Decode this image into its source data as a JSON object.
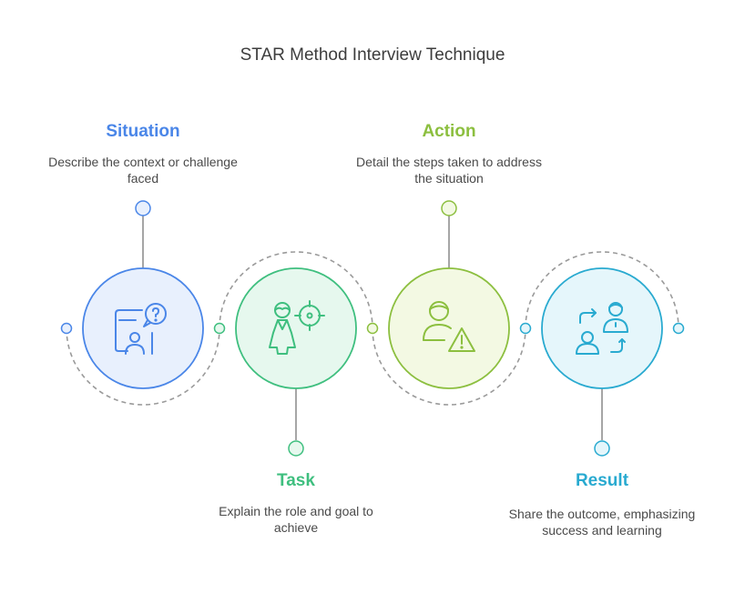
{
  "title": "STAR Method Interview Technique",
  "steps": [
    {
      "heading": "Situation",
      "description": "Describe the context or challenge faced",
      "color": "#4a86e8",
      "fill": "#e8f0fd",
      "icon": "smartphone-question-person-icon"
    },
    {
      "heading": "Task",
      "description": "Explain the role and goal to achieve",
      "color": "#3fbf7f",
      "fill": "#e6f8ee",
      "icon": "person-crosshair-target-icon"
    },
    {
      "heading": "Action",
      "description": "Detail the steps taken to address the situation",
      "color": "#8cbf3f",
      "fill": "#f3f9e3",
      "icon": "person-warning-icon"
    },
    {
      "heading": "Result",
      "description": "Share the outcome, emphasizing success and learning",
      "color": "#29aad0",
      "fill": "#e5f6fb",
      "icon": "people-exchange-arrows-icon"
    }
  ]
}
